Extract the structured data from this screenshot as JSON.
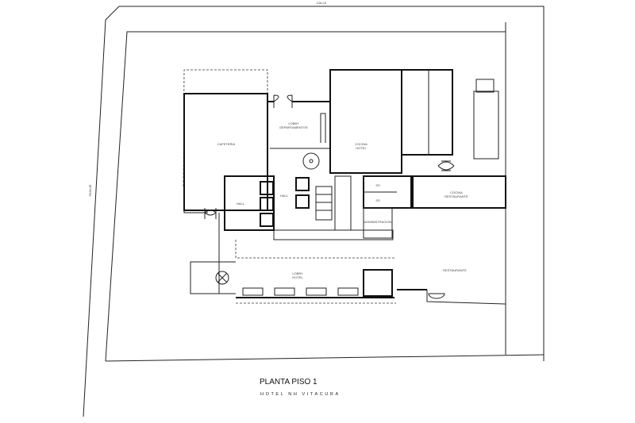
{
  "plan": {
    "title": "PLANTA PISO 1",
    "subtitle": "HOTEL NH VITACURA",
    "streets": {
      "top": "CALLE",
      "left": "PASAJE"
    },
    "rooms": {
      "cafeteria": "CAFETERIA",
      "lobby_dep_1": "LOBBY",
      "lobby_dep_2": "DEPARTAMENTOS",
      "cocina_hotel_1": "COCINA",
      "cocina_hotel_2": "HOTEL",
      "hall_left": "HALL",
      "hall_center": "HALL",
      "ss_1": "SS",
      "ss_2": "SS",
      "administracion": "ADMINISTRACION",
      "cocina_rest_1": "COCINA",
      "cocina_rest_2": "RESTAURANTE",
      "restaurante": "RESTAURANTE",
      "lobby_hotel_1": "LOBBY",
      "lobby_hotel_2": "HOTEL"
    }
  }
}
